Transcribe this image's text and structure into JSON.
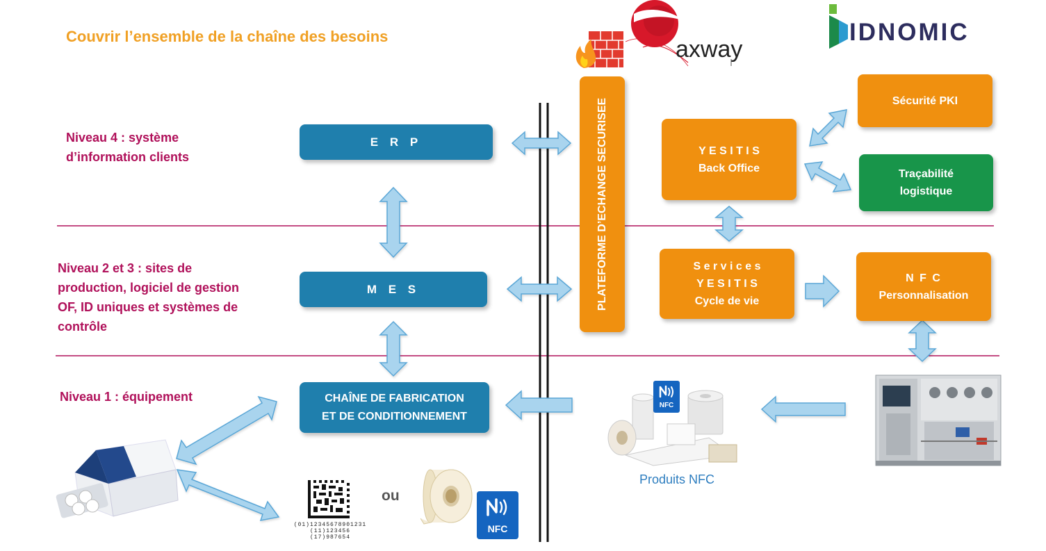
{
  "title": "Couvrir l’ensemble de la chaîne des besoins",
  "levels": {
    "level4": [
      "Niveau 4 : système",
      "d’information clients"
    ],
    "level23": [
      "Niveau 2 et 3 : sites de",
      "production, logiciel de gestion",
      "OF, ID uniques et systèmes de",
      "contrôle"
    ],
    "level1": "Niveau 1 : équipement"
  },
  "boxes": {
    "erp": "E R P",
    "mes": "M E S",
    "chaine": [
      "CHAÎNE DE FABRICATION",
      "ET DE CONDITIONNEMENT"
    ],
    "platform": "PLATEFORME D’ECHANGE SECURISEE",
    "yesitis_back": [
      "Y E S I T I S",
      "Back Office"
    ],
    "yesitis_services": [
      "S e r v i c e s",
      "Y E S I T I S",
      "Cycle de vie"
    ],
    "securite": "Sécurité PKI",
    "tracabilite": [
      "Traçabilité",
      "logistique"
    ],
    "nfc_perso": [
      "N F C",
      "Personnalisation"
    ]
  },
  "logos": {
    "axway": "axway",
    "idnomic": "IDNOMIC"
  },
  "labels": {
    "produits_nfc": "Produits NFC",
    "ou": "ou",
    "nfc_badge": "NFC",
    "nfc_badge_small": "NFC",
    "barcode_lines": [
      "(01)12345678901231",
      "(11)123456",
      "(17)987654"
    ]
  },
  "colors": {
    "blue": "#1f7fad",
    "orange": "#f0900f",
    "green": "#18954a",
    "title": "#f0a024",
    "level": "#b0105a",
    "arrow_fill": "#a9d4ee",
    "arrow_stroke": "#5aa6d6"
  }
}
